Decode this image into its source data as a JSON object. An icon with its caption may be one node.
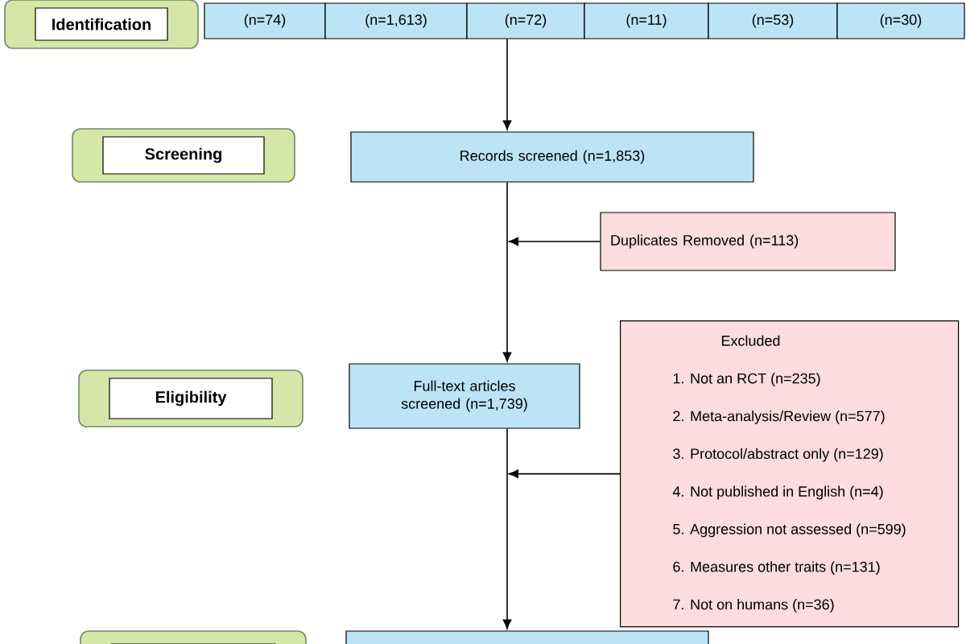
{
  "diagram": {
    "nodes": [
      {
        "text": [
          "Identification"
        ]
      },
      {
        "text": [
          "(n=74)"
        ]
      },
      {
        "text": [
          "(n=1,613)"
        ]
      },
      {
        "text": [
          "(n=72)"
        ]
      },
      {
        "text": [
          "(n=11)"
        ]
      },
      {
        "text": [
          "(n=53)"
        ]
      },
      {
        "text": [
          "(n=30)"
        ]
      },
      {
        "text": [
          "Screening"
        ]
      },
      {
        "text": [
          "Records screened (n=1,853)"
        ]
      },
      {
        "text": [
          "Duplicates Removed (n=113)"
        ]
      },
      {
        "text": [
          "Eligibility"
        ]
      },
      {
        "text": [
          "Full-text articles screened (n=1,739)"
        ]
      },
      {
        "text": [
          "Excluded",
          "1. Not an RCT (n=235)",
          "2. Meta-analysis/Review (n=577)",
          "3. Protocol/abstract only (n=129)",
          "4. Not published in English (n=4)",
          "5. Aggression not assessed (n=599)",
          "6. Measures other traits (n=131)",
          "7. Not on humans (n=36)"
        ]
      },
      {
        "text": [],
        "shape": "box"
      },
      {
        "text": [],
        "shape": "box"
      }
    ],
    "edges": [
      {
        "from": 3,
        "to": 8,
        "arrow": "to"
      },
      {
        "from": 8,
        "to": 11,
        "arrow": "to"
      },
      {
        "from": 9,
        "to": null,
        "arrow": "to"
      },
      {
        "from": 12,
        "to": null,
        "arrow": "to"
      },
      {
        "from": 11,
        "to": 14,
        "arrow": "to"
      }
    ]
  }
}
